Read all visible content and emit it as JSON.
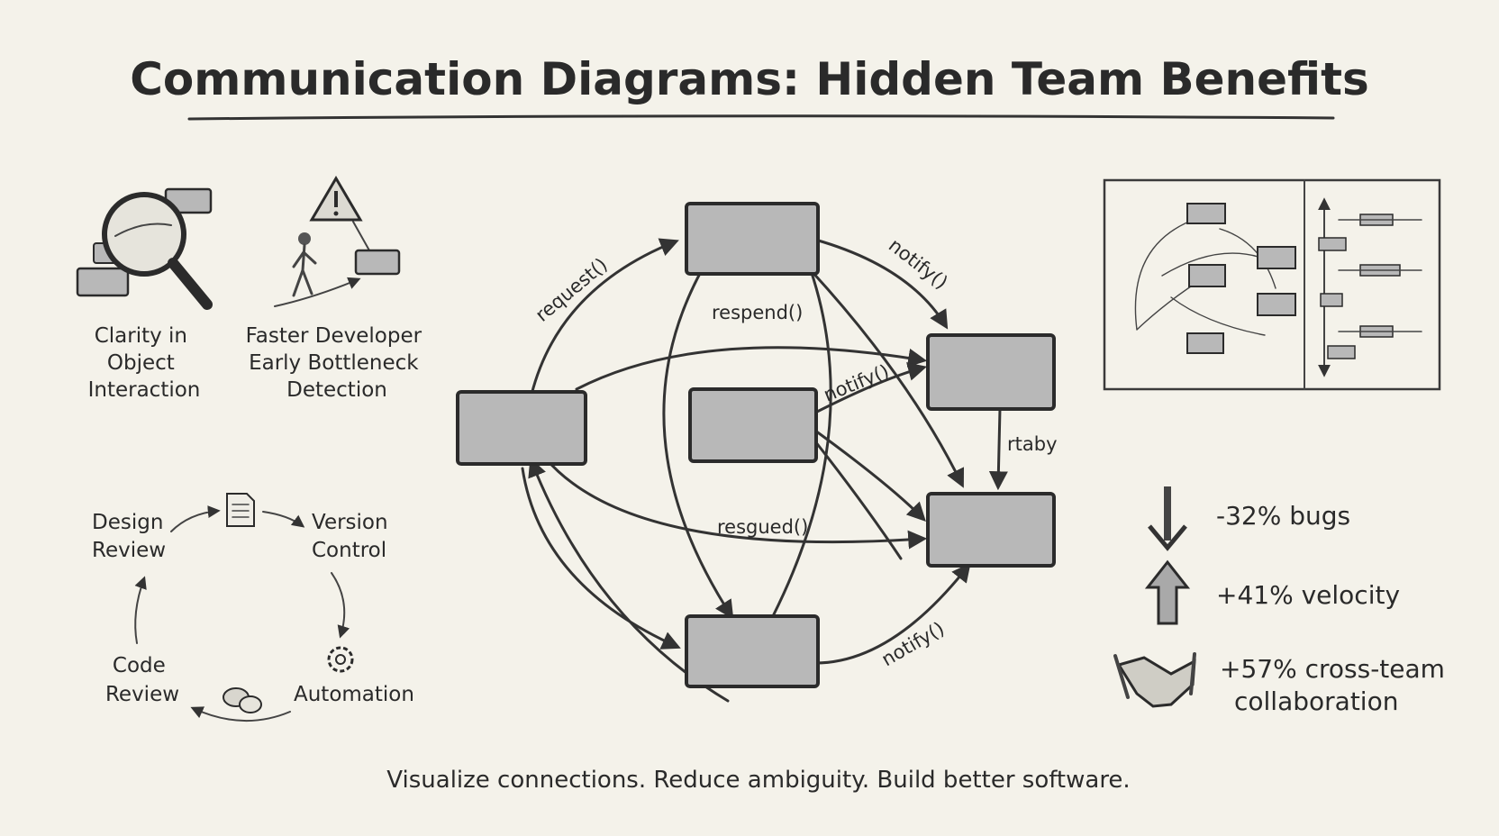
{
  "title": "Communication Diagrams: Hidden Team Benefits",
  "benefits": [
    {
      "lines": [
        "Clarity in",
        "Object",
        "Interaction"
      ],
      "icon": "magnifier-icon"
    },
    {
      "lines": [
        "Faster Developer",
        "Early Bottleneck",
        "Detection"
      ],
      "icon": "warning-icon"
    }
  ],
  "workflow": {
    "steps": [
      {
        "lines": [
          "Design",
          "Review"
        ]
      },
      {
        "lines": [
          "Version",
          "Control"
        ]
      },
      {
        "lines": [
          "Automation"
        ]
      },
      {
        "lines": [
          "Code",
          "Review"
        ]
      }
    ],
    "icons": [
      "document-icon",
      "gear-icon",
      "chat-icon"
    ]
  },
  "diagram": {
    "messages": [
      "request()",
      "respend()",
      "notify()",
      "notify()",
      "rtaby",
      "resgued()",
      "notify()"
    ]
  },
  "stats": [
    {
      "text": "-32% bugs",
      "icon": "arrow-down-icon"
    },
    {
      "text": "+41% velocity",
      "icon": "arrow-up-icon"
    },
    {
      "lines": [
        "+57% cross-team",
        "collaboration"
      ],
      "icon": "handshake-icon"
    }
  ],
  "tagline": "Visualize connections. Reduce ambiguity. Build better software.",
  "colors": {
    "background": "#f4f2ea",
    "ink": "#2a2a2a",
    "box_fill": "#b8b8b8"
  }
}
